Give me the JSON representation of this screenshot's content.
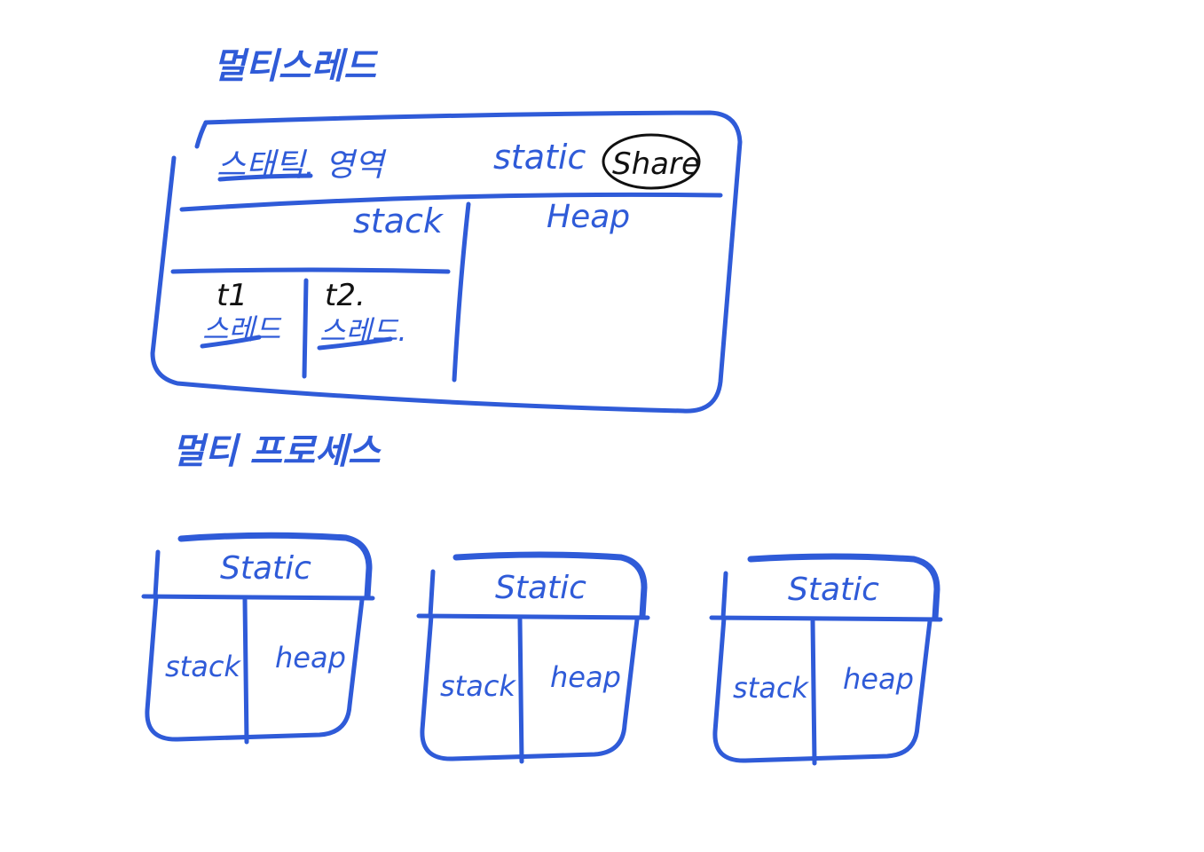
{
  "colors": {
    "ink": "#2f5bd8",
    "black_ink": "#111111",
    "background": "#ffffff"
  },
  "multithread": {
    "title": "멀티스레드",
    "stack_area_label": "스태틱. 영역",
    "static_label": "static",
    "share_label": "Share",
    "stack_label": "stack",
    "heap_label": "Heap",
    "threads": [
      {
        "id": "t1",
        "label": "스레드"
      },
      {
        "id": "t2.",
        "label": "스레드."
      }
    ]
  },
  "multiprocess": {
    "title": "멀티 프로세스",
    "processes": [
      {
        "static_label": "Static",
        "stack_label": "stack",
        "heap_label": "heap"
      },
      {
        "static_label": "Static",
        "stack_label": "stack",
        "heap_label": "heap"
      },
      {
        "static_label": "Static",
        "stack_label": "stack",
        "heap_label": "heap"
      }
    ]
  }
}
